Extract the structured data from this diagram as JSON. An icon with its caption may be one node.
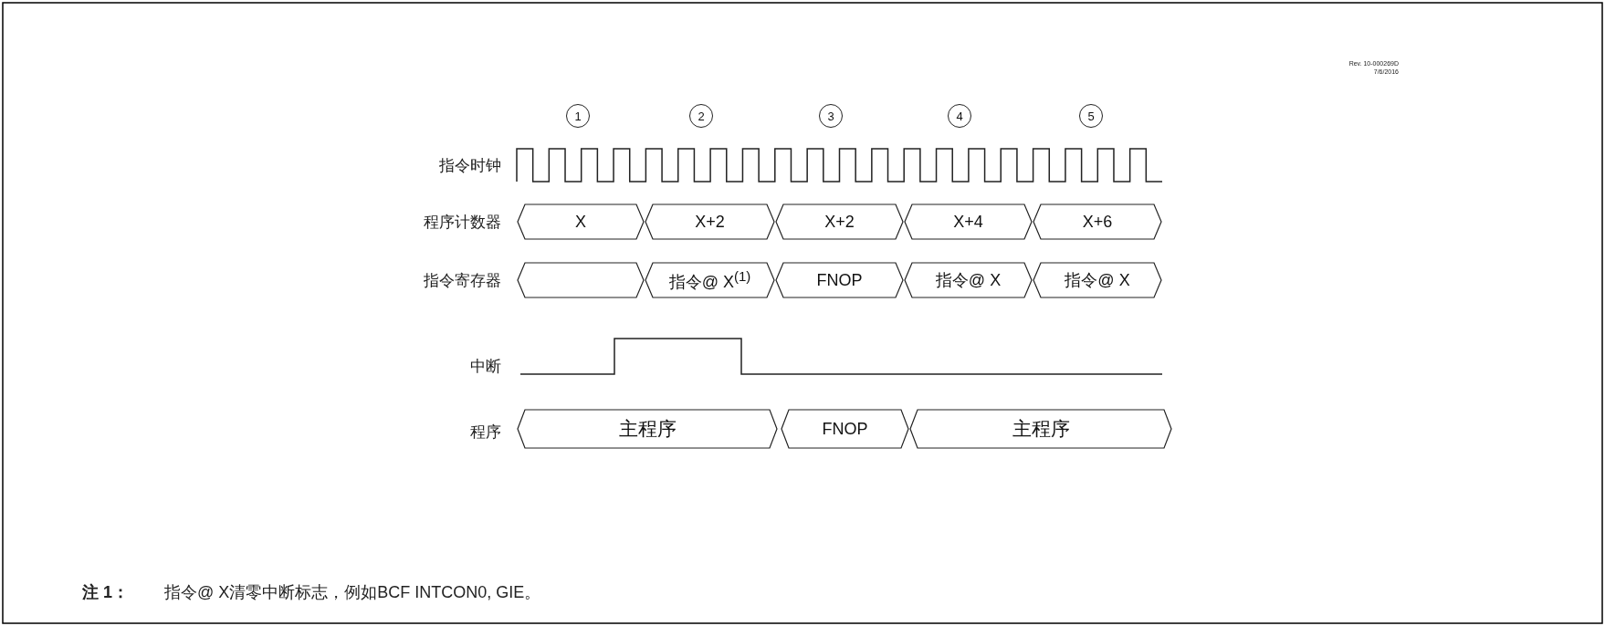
{
  "diagram": {
    "nodes": [
      {
        "text": [
          "1"
        ]
      },
      {
        "text": [
          "2"
        ]
      },
      {
        "text": [
          "3"
        ]
      },
      {
        "text": [
          "4"
        ]
      },
      {
        "text": [
          "5"
        ]
      },
      {
        "text": [
          "X"
        ]
      },
      {
        "text": [
          "X+2"
        ]
      },
      {
        "text": [
          "X+2"
        ]
      },
      {
        "text": [
          "X+4"
        ]
      },
      {
        "text": [
          "X+6"
        ]
      },
      {
        "text": [],
        "shape": "hexagon"
      },
      {
        "text": [
          "指令@ X$^{(1)}$"
        ]
      },
      {
        "text": [
          "FNOP"
        ]
      },
      {
        "text": [
          "指令@ X"
        ]
      },
      {
        "text": [
          "指令@ X"
        ]
      },
      {
        "text": [
          "主程序"
        ]
      },
      {
        "text": [
          "FNOP"
        ]
      },
      {
        "text": [
          "主程序"
        ]
      }
    ],
    "labels": [
      "Rev. 10-000269D",
      "7/6/2016",
      "指令时钟",
      "程序计数器",
      "指令寄存器",
      "中断",
      "程序",
      "注 1：",
      "指令@ X清零中断标志，例如BCF INTCON0, GIE。"
    ]
  }
}
